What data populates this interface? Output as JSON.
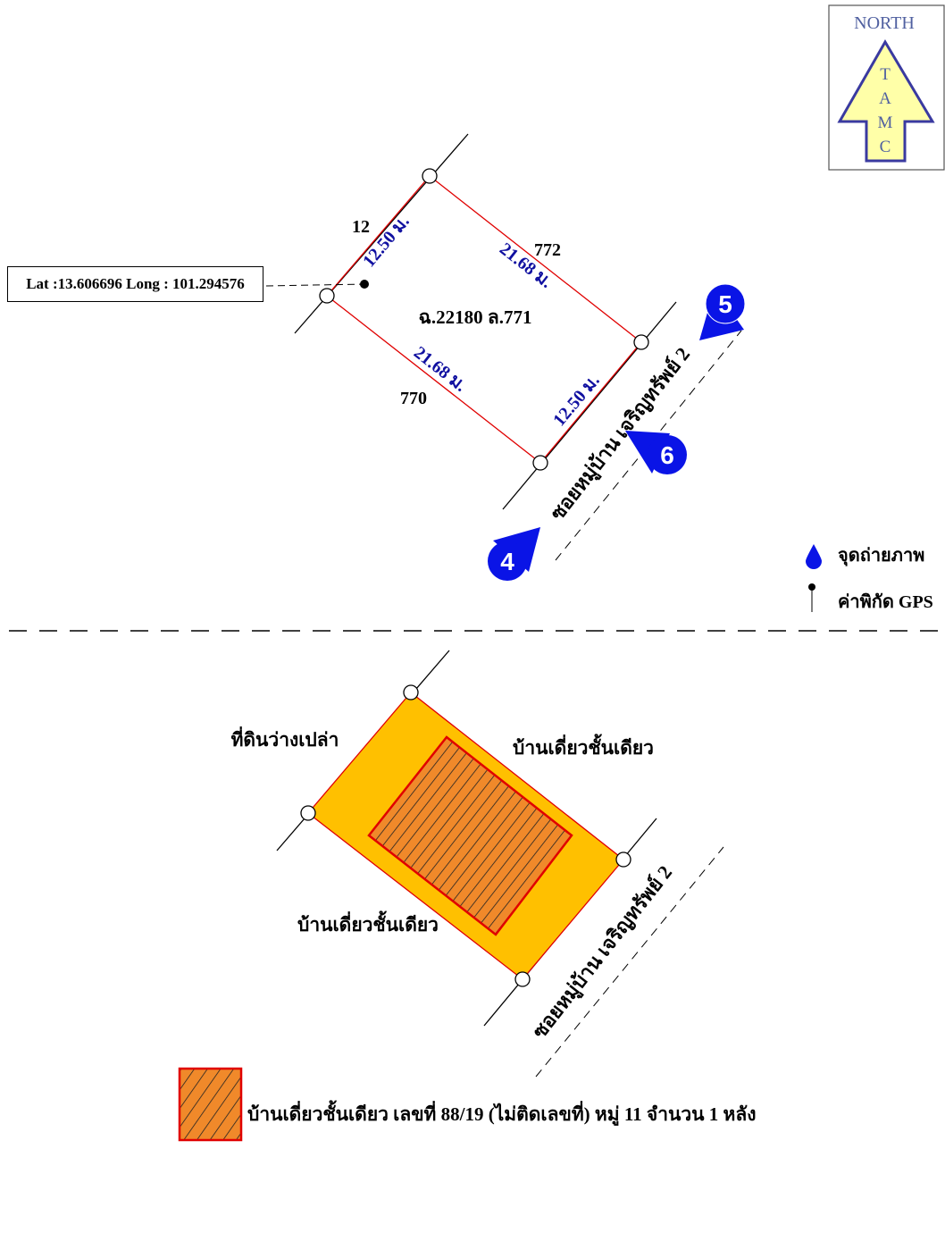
{
  "north": {
    "title": "NORTH",
    "letters": [
      "T",
      "A",
      "M",
      "C"
    ]
  },
  "gps_label": "Lat :13.606696 Long : 101.294576",
  "plot": {
    "deed": "ฉ.22180 ล.771",
    "side_a": "12.50 ม.",
    "side_b": "21.68 ม.",
    "side_c": "21.68 ม.",
    "side_d": "12.50 ม.",
    "neighbor_nw": "12",
    "neighbor_ne": "772",
    "neighbor_sw": "770"
  },
  "road": "ซอยหมู่บ้าน เจริญทรัพย์ 2",
  "photo_points": [
    "4",
    "5",
    "6"
  ],
  "legend": {
    "photo": "จุดถ่ายภาพ",
    "gps": "ค่าพิกัด GPS",
    "building": "บ้านเดี่ยวชั้นเดียว เลขที่ 88/19 (ไม่ติดเลขที่)  หมู่ 11 จำนวน 1 หลัง"
  },
  "site": {
    "nw": "ที่ดินว่างเปล่า",
    "ne": "บ้านเดี่ยวชั้นเดียว",
    "sw": "บ้านเดี่ยวชั้นเดียว",
    "road": "ซอยหมู่บ้าน เจริญทรัพย์ 2"
  },
  "colors": {
    "boundary": "#e00000",
    "dimension": "#1010a0",
    "marker": "#0a14e6",
    "land": "#ffc000",
    "building": "#f0892a"
  }
}
